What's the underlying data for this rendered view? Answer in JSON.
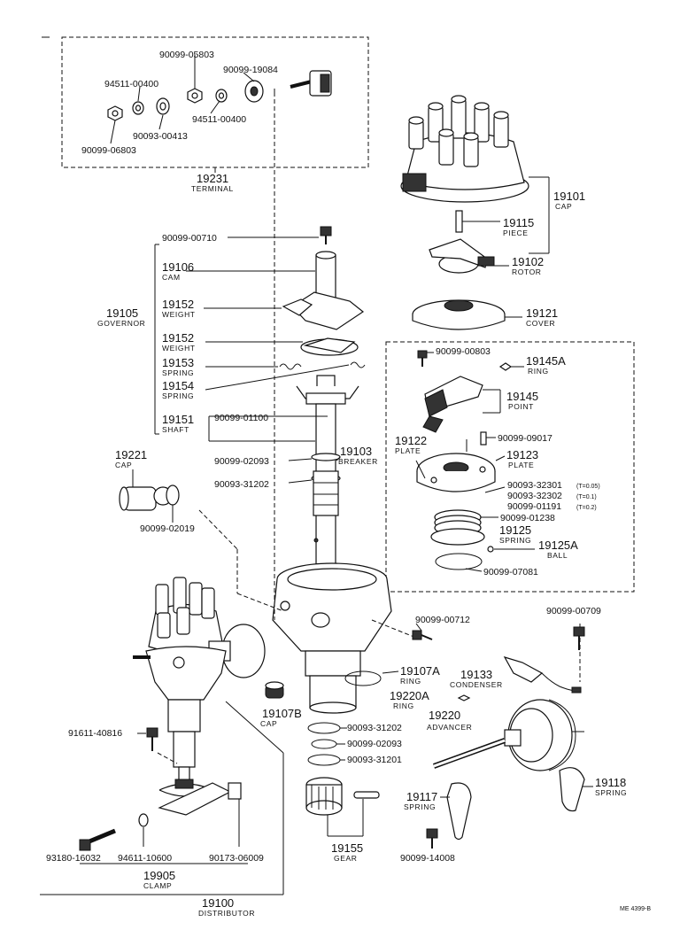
{
  "labels": {
    "p90099_05803": "90099-05803",
    "p90099_19084": "90099-19084",
    "p94511_00400a": "94511-00400",
    "p94511_00400b": "94511-00400",
    "p90093_00413": "90093-00413",
    "p90099_06803": "90099-06803",
    "p19231": "19231",
    "terminal": "TERMINAL",
    "p19101": "19101",
    "cap1": "CAP",
    "p19115": "19115",
    "piece": "PIECE",
    "p19102": "19102",
    "rotor": "ROTOR",
    "p19121": "19121",
    "cover": "COVER",
    "p90099_00710": "90099-00710",
    "p19106": "19106",
    "cam": "CAM",
    "p19105": "19105",
    "governor": "GOVERNOR",
    "p19152a": "19152",
    "weight_a": "WEIGHT",
    "p19152b": "19152",
    "weight_b": "WEIGHT",
    "p19153": "19153",
    "spring_a": "SPRING",
    "p19154": "19154",
    "spring_b": "SPRING",
    "p19151": "19151",
    "shaft": "SHAFT",
    "p90099_01100": "90099-01100",
    "p19103": "19103",
    "breaker": "BREAKER",
    "p90099_02093a": "90099-02093",
    "p90093_31202a": "90093-31202",
    "p19221": "19221",
    "cap2": "CAP",
    "p90099_02019": "90099-02019",
    "p90099_00803": "90099-00803",
    "p19145A": "19145A",
    "ring_a": "RING",
    "p19145": "19145",
    "point": "POINT",
    "p90099_09017": "90099-09017",
    "p19122": "19122",
    "plate_a": "PLATE",
    "p19123": "19123",
    "plate_b": "PLATE",
    "p90093_32301": "90093-32301",
    "t005": "(T=0.05)",
    "p90093_32302": "90093-32302",
    "t01": "(T=0.1)",
    "p90099_01191": "90099-01191",
    "t02": "(T=0.2)",
    "p90099_01238": "90099-01238",
    "p19125": "19125",
    "spring_c": "SPRING",
    "p19125A": "19125A",
    "ball": "BALL",
    "p90099_07081": "90099-07081",
    "p90099_00712": "90099-00712",
    "p90099_00709": "90099-00709",
    "p19107A": "19107A",
    "ring_b": "RING",
    "p19133": "19133",
    "condenser": "CONDENSER",
    "p19220A": "19220A",
    "ring_c": "RING",
    "p19220": "19220",
    "advancer": "ADVANCER",
    "p91611_40816": "91611-40816",
    "p19107B": "19107B",
    "cap3": "CAP",
    "p90093_31202b": "90093-31202",
    "p90099_02093b": "90099-02093",
    "p90093_31201": "90093-31201",
    "p19117": "19117",
    "spring_d": "SPRING",
    "p19118": "19118",
    "spring_e": "SPRING",
    "p90099_14008": "90099-14008",
    "p93180_16032": "93180-16032",
    "p94611_10600": "94611-10600",
    "p90173_06009": "90173-06009",
    "p19155": "19155",
    "gear": "GEAR",
    "p19905": "19905",
    "clamp": "CLAMP",
    "p19100": "19100",
    "distributor": "DISTRIBUTOR",
    "code": "ME 4399-B"
  }
}
